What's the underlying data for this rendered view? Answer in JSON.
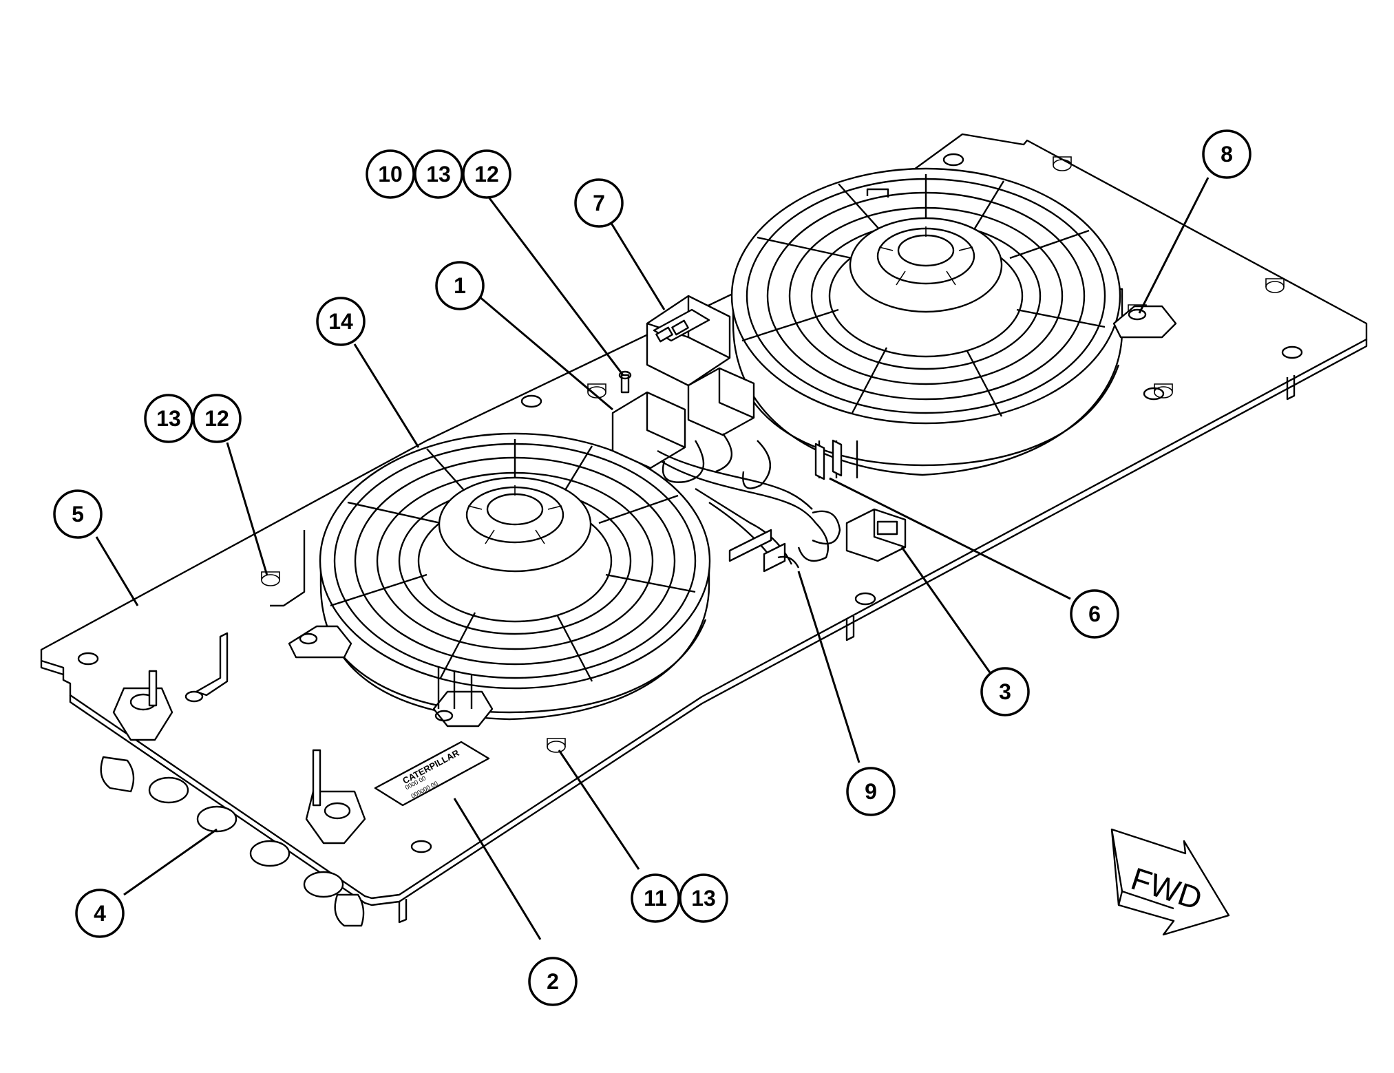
{
  "diagram": {
    "fwd_label": "FWD",
    "decal_text": [
      "CATERPILLAR",
      "0000 00",
      "000000 00"
    ],
    "callouts": [
      {
        "id": "c1",
        "label": "1"
      },
      {
        "id": "c2",
        "label": "2"
      },
      {
        "id": "c3",
        "label": "3"
      },
      {
        "id": "c4",
        "label": "4"
      },
      {
        "id": "c5",
        "label": "5"
      },
      {
        "id": "c6",
        "label": "6"
      },
      {
        "id": "c7",
        "label": "7"
      },
      {
        "id": "c8",
        "label": "8"
      },
      {
        "id": "c9",
        "label": "9"
      },
      {
        "id": "c10a",
        "label": "10"
      },
      {
        "id": "c13a",
        "label": "13"
      },
      {
        "id": "c12a",
        "label": "12"
      },
      {
        "id": "c13b",
        "label": "13"
      },
      {
        "id": "c12b",
        "label": "12"
      },
      {
        "id": "c11",
        "label": "11"
      },
      {
        "id": "c13c",
        "label": "13"
      },
      {
        "id": "c14",
        "label": "14"
      }
    ]
  }
}
